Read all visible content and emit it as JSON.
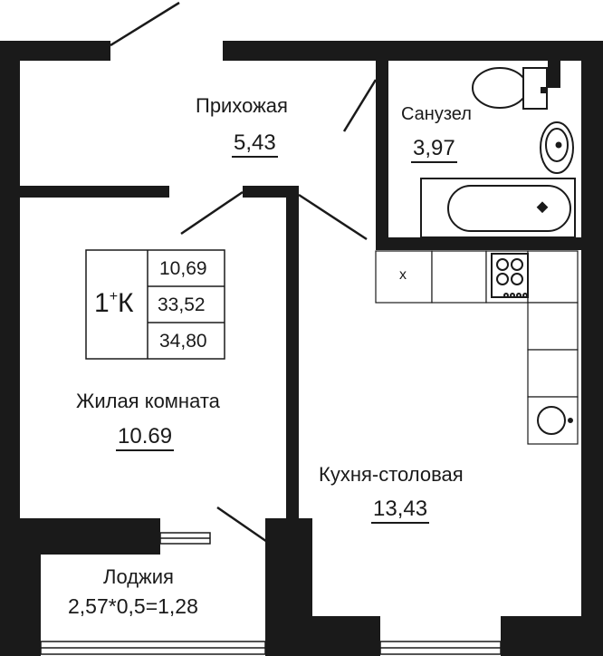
{
  "apartment_summary": {
    "type_number": "1",
    "type_sup": "+",
    "type_letter": "К",
    "values": [
      "10,69",
      "33,52",
      "34,80"
    ]
  },
  "rooms": {
    "hallway": {
      "name": "Прихожая",
      "area": "5,43"
    },
    "bathroom": {
      "name": "Санузел",
      "area": "3,97"
    },
    "living_room": {
      "name": "Жилая комната",
      "area": "10.69"
    },
    "kitchen": {
      "name": "Кухня-столовая",
      "area": "13,43"
    },
    "loggia": {
      "name": "Лоджия",
      "area": "2,57*0,5=1,28"
    }
  },
  "fixtures": {
    "fridge_mark": "x"
  },
  "colors": {
    "wall": "#1a1a1a",
    "background": "#ffffff"
  }
}
